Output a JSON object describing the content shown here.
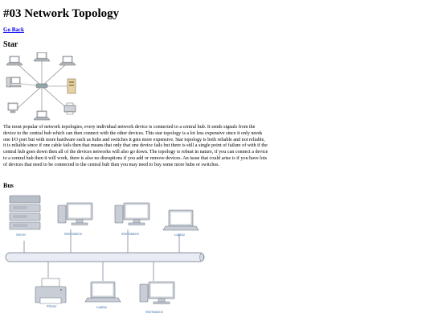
{
  "page": {
    "title": "#03 Network Topology",
    "back_link": "Go Back",
    "star_heading": "Star",
    "star_paragraph": "The most popular of network topologies, every individual network device is connected to a central hub. It sends signals from the device to the central hub which can then connect with the other devices. This star topology is a lot less expensive since it only needs one I/O port but with more hardware such as hubs and switches it gets more expensive. Star topology is both reliable and not reliable, it is reliable since if one cable fails then that means that only that one device fails but there is still a single point of failure of with if the central hub goes down then all of the devices networks will also go down. The topology is robust in nature, if you can connect a device to a central hub then it will work, there is also no disruptions if you add or remove devices. An issue that could arise is if you have lots of devices that need to be connected to the central hub then you may need to buy some more hubs or switches.",
    "bus_heading": "Bus"
  },
  "bus_diagram": {
    "top_row": [
      "Server",
      "Workstation",
      "Workstation",
      "Laptop"
    ],
    "bottom_row": [
      "Printer",
      "Laptop",
      "Workstation"
    ],
    "colors": {
      "line": "#8a93a6",
      "cable_fill": "#e9ecf2",
      "device": "#c9ced6",
      "device_dark": "#6f7683",
      "screen": "#ffffff",
      "caption": "#4a7bb3"
    }
  },
  "star_diagram": {
    "colors": {
      "spoke": "#7a7a7a",
      "hub": "#9aa2ad",
      "device": "#cfd3d9",
      "server": "#e6d2a4"
    }
  }
}
